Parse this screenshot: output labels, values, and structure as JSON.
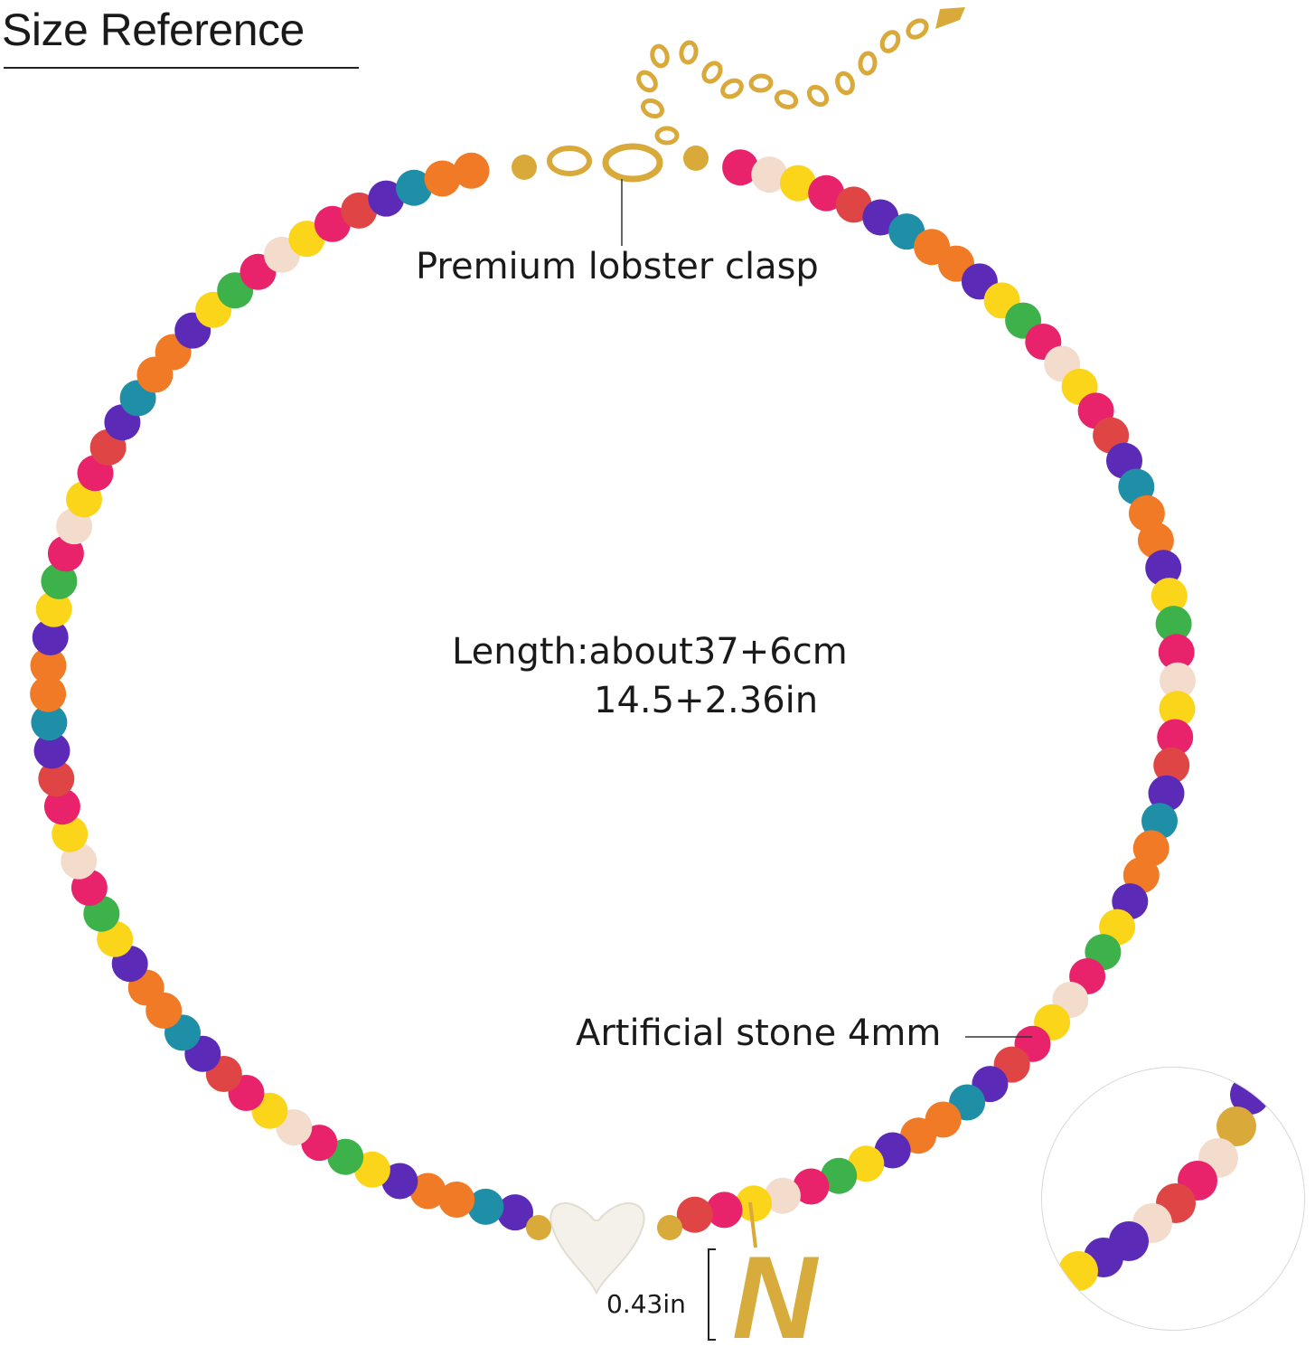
{
  "heading": "Size Reference",
  "annotations": {
    "clasp": "Premium lobster clasp",
    "length_cm": "Length:about37+6cm",
    "length_in": "14.5+2.36in",
    "stone": "Artificial stone 4mm",
    "pendant_size": "0.43in"
  },
  "pendant_letter": "N",
  "colors": {
    "gold": "#d9a93a",
    "pink": "#e8236b",
    "red": "#e04545",
    "orange": "#f07a25",
    "yellow": "#fbd51a",
    "green": "#3db24a",
    "purple": "#5b2bb8",
    "teal": "#1f8fa8",
    "cream": "#f3dccc",
    "pearl": "#f4f1ea"
  }
}
